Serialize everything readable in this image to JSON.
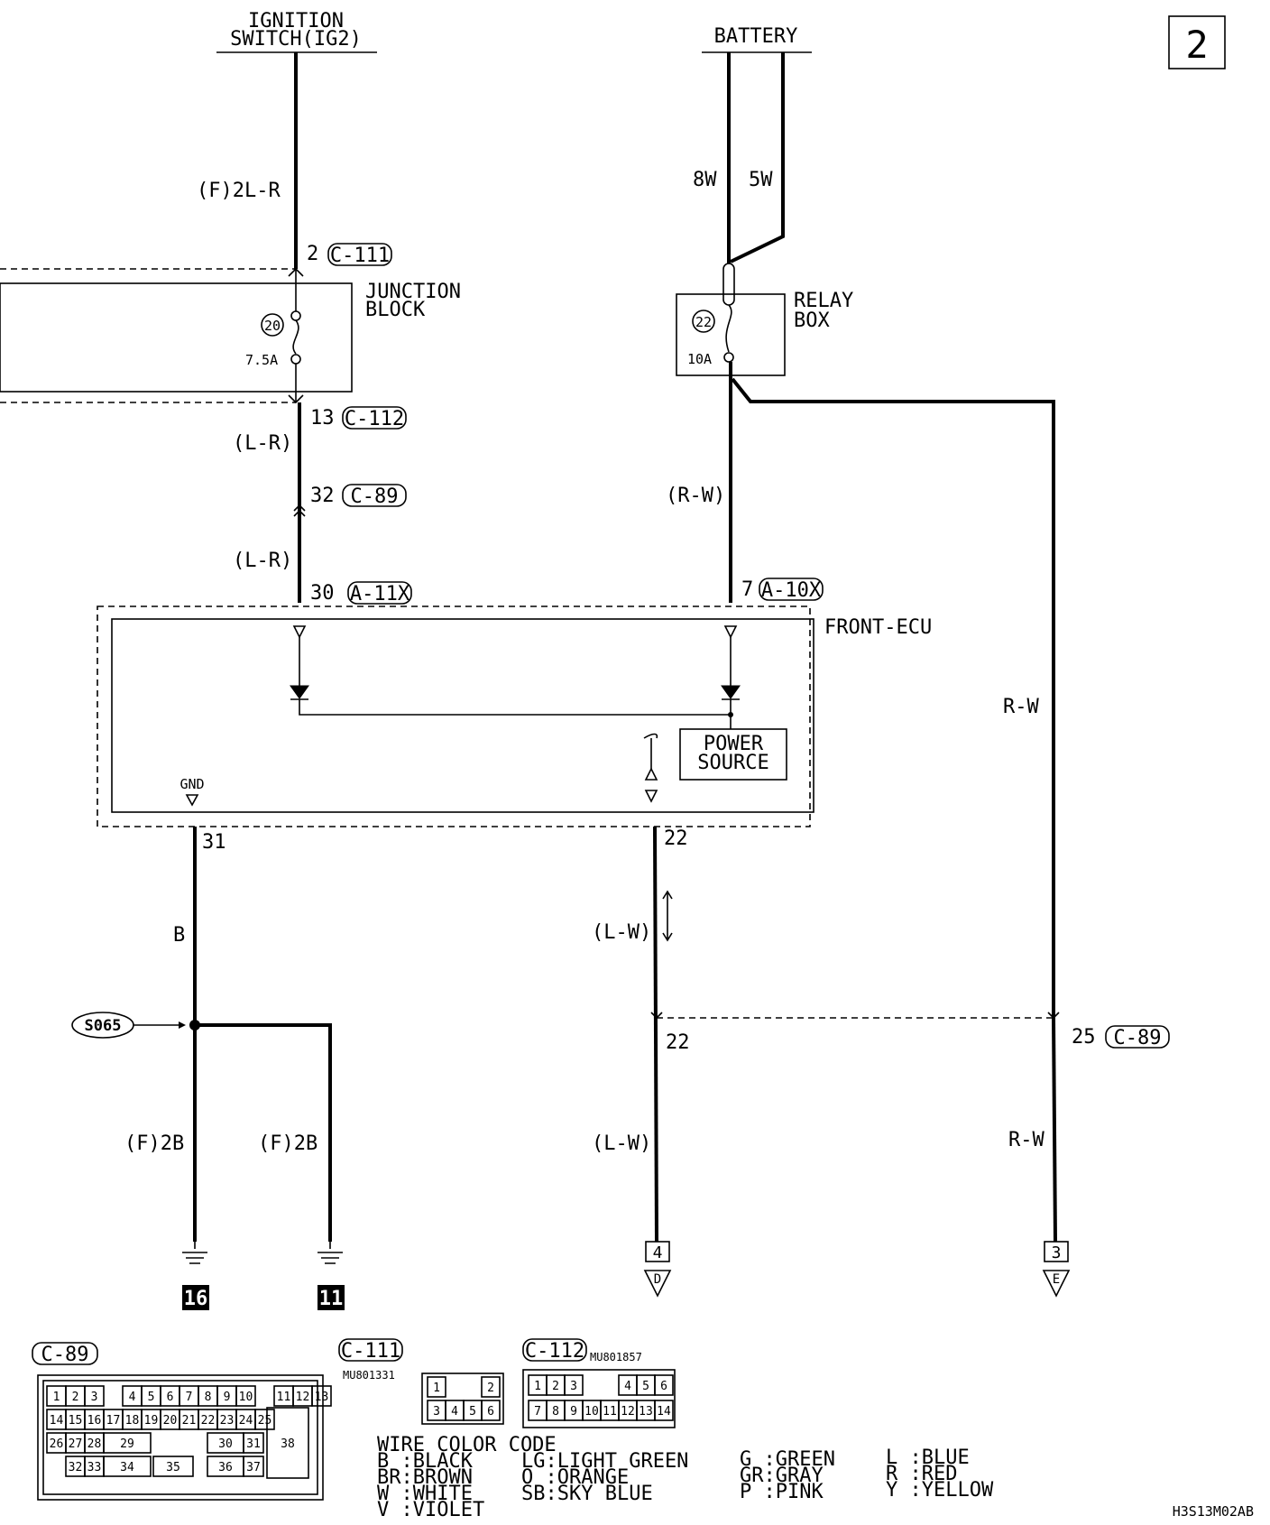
{
  "page_number": "2",
  "sources": {
    "ignition_line1": "IGNITION",
    "ignition_line2": "SWITCH(IG2)",
    "battery": "BATTERY"
  },
  "wires": {
    "ign_feed": "(F)2L-R",
    "bat_8w": "8W",
    "bat_5w": "5W",
    "lr_1": "(L-R)",
    "lr_2": "(L-R)",
    "rw_1": "(R-W)",
    "rw_2": "R-W",
    "rw_3": "R-W",
    "b": "B",
    "f2b_1": "(F)2B",
    "f2b_2": "(F)2B",
    "lw_1": "(L-W)",
    "lw_2": "(L-W)"
  },
  "pins": {
    "p2": "2",
    "p13": "13",
    "p32": "32",
    "p30": "30",
    "p7": "7",
    "p31": "31",
    "p22a": "22",
    "p22b": "22",
    "p25": "25"
  },
  "connectors": {
    "c111": "C-111",
    "c112": "C-112",
    "c89a": "C-89",
    "a11x": "A-11X",
    "a10x": "A-10X",
    "c89b": "C-89"
  },
  "components": {
    "junction_line1": "JUNCTION",
    "junction_line2": "BLOCK",
    "fuse20_num": "20",
    "fuse20_rating": "7.5A",
    "relay_line1": "RELAY",
    "relay_line2": "BOX",
    "fuse22_num": "22",
    "fuse22_rating": "10A",
    "ecu": "FRONT-ECU",
    "power_line1": "POWER",
    "power_line2": "SOURCE",
    "gnd": "GND",
    "splice": "S065"
  },
  "grounds": {
    "g16": "16",
    "g11": "11"
  },
  "refs": {
    "ref4": "4",
    "ref_d": "D",
    "ref3": "3",
    "ref_e": "E"
  },
  "connector_views": {
    "c89_title": "C-89",
    "c111_title": "C-111",
    "c111_part": "MU801331",
    "c112_title": "C-112",
    "c112_part": "MU801857",
    "c89_row1": [
      "1",
      "2",
      "3",
      "4",
      "5",
      "6",
      "7",
      "8",
      "9",
      "10",
      "11",
      "12",
      "13"
    ],
    "c89_row2": [
      "14",
      "15",
      "16",
      "17",
      "18",
      "19",
      "20",
      "21",
      "22",
      "23",
      "24",
      "25"
    ],
    "c89_row3": [
      "26",
      "27",
      "28",
      "29",
      "30",
      "31",
      "38"
    ],
    "c89_row4": [
      "32",
      "33",
      "34",
      "35",
      "36",
      "37"
    ],
    "c111_row1": [
      "1",
      "2"
    ],
    "c111_row2": [
      "3",
      "4",
      "5",
      "6"
    ],
    "c112_row1": [
      "1",
      "2",
      "3",
      "4",
      "5",
      "6"
    ],
    "c112_row2": [
      "7",
      "8",
      "9",
      "10",
      "11",
      "12",
      "13",
      "14"
    ]
  },
  "wire_color_code": {
    "title": "WIRE COLOR CODE",
    "col1": [
      "B :BLACK",
      "BR:BROWN",
      "W :WHITE",
      "V :VIOLET"
    ],
    "col2": [
      "LG:LIGHT GREEN",
      "O :ORANGE",
      "SB:SKY BLUE"
    ],
    "col3": [
      "G :GREEN",
      "GR:GRAY",
      "P :PINK"
    ],
    "col4": [
      "L :BLUE",
      "R :RED",
      "Y :YELLOW"
    ]
  },
  "figure_code": "H3S13M02AB"
}
